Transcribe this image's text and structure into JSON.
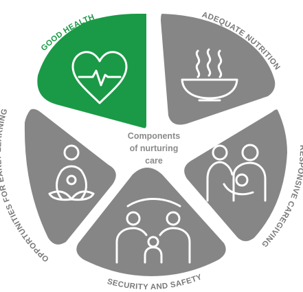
{
  "center": {
    "lines": [
      "Components",
      "of nurturing",
      "care"
    ],
    "color": "#8a8a8a"
  },
  "colors": {
    "segment_default": "#868686",
    "segment_highlight": "#1a9a46",
    "label_default": "#7a7a7a",
    "label_highlight": "#1a9a46"
  },
  "segments": [
    {
      "label": "GOOD HEALTH",
      "icon": "heart-pulse-icon",
      "highlighted": true
    },
    {
      "label": "ADEQUATE NUTRITION",
      "icon": "hot-bowl-icon",
      "highlighted": false
    },
    {
      "label": "RESPONSIVE CAREGIVING",
      "icon": "caregiver-with-child-icon",
      "highlighted": false
    },
    {
      "label": "SECURITY AND SAFETY",
      "icon": "family-embrace-icon",
      "highlighted": false
    },
    {
      "label": "OPPORTUNITIES FOR EARLY LEARNING",
      "icon": "child-playing-icon",
      "highlighted": false
    }
  ]
}
